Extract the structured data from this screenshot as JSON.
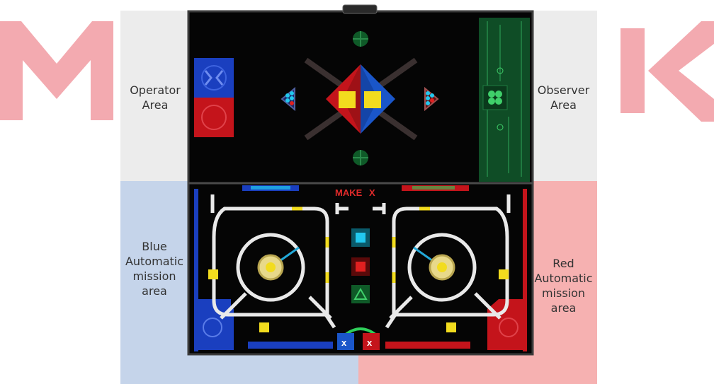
{
  "areas": {
    "operator": "Operator\nArea",
    "observer": "Observer\nArea",
    "blue_auto": "Blue\nAutomatic\nmission\narea",
    "red_auto": "Red\nAutomatic\nmission\narea"
  },
  "field": {
    "logo_text": "MAKE",
    "logo_mark": "X"
  },
  "colors": {
    "brand_pink": "#f0a3a8",
    "operator_zone": "#ececec",
    "blue_zone": "#c5d4ea",
    "red_zone": "#f6b1b1",
    "field_bg": "#050505",
    "blue_team": "#1a3fbf",
    "red_team": "#c4141b",
    "track": "#e9e9e9",
    "accent_yellow": "#f2dc1e",
    "observer_green": "#0f4d26"
  },
  "icons": [
    "center-target-icon",
    "pyramid-icon",
    "x-emblem-icon",
    "clover-icon",
    "triangle-icon",
    "square-icon"
  ]
}
